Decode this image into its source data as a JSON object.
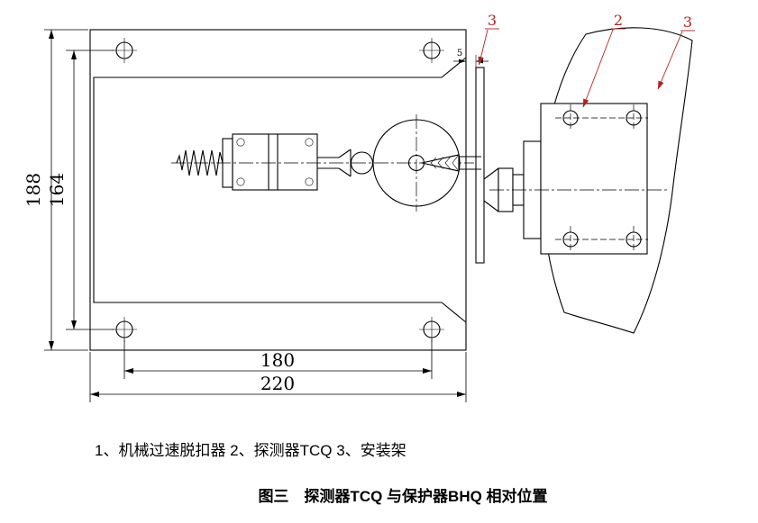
{
  "drawing": {
    "dimensions": {
      "overall_height": "188",
      "hole_spacing_height": "164",
      "hole_spacing_width": "180",
      "overall_width": "220",
      "gap": "5"
    },
    "callouts": {
      "bracket_edge": "3",
      "detector": "2",
      "bracket_plate": "3"
    },
    "legend": "1、机械过速脱扣器    2、探测器TCQ   3、安装架",
    "caption": "图三　探测器TCQ 与保护器BHQ 相对位置"
  },
  "colors": {
    "ink": "#000000",
    "callout": "#b42020",
    "paper": "#ffffff"
  }
}
